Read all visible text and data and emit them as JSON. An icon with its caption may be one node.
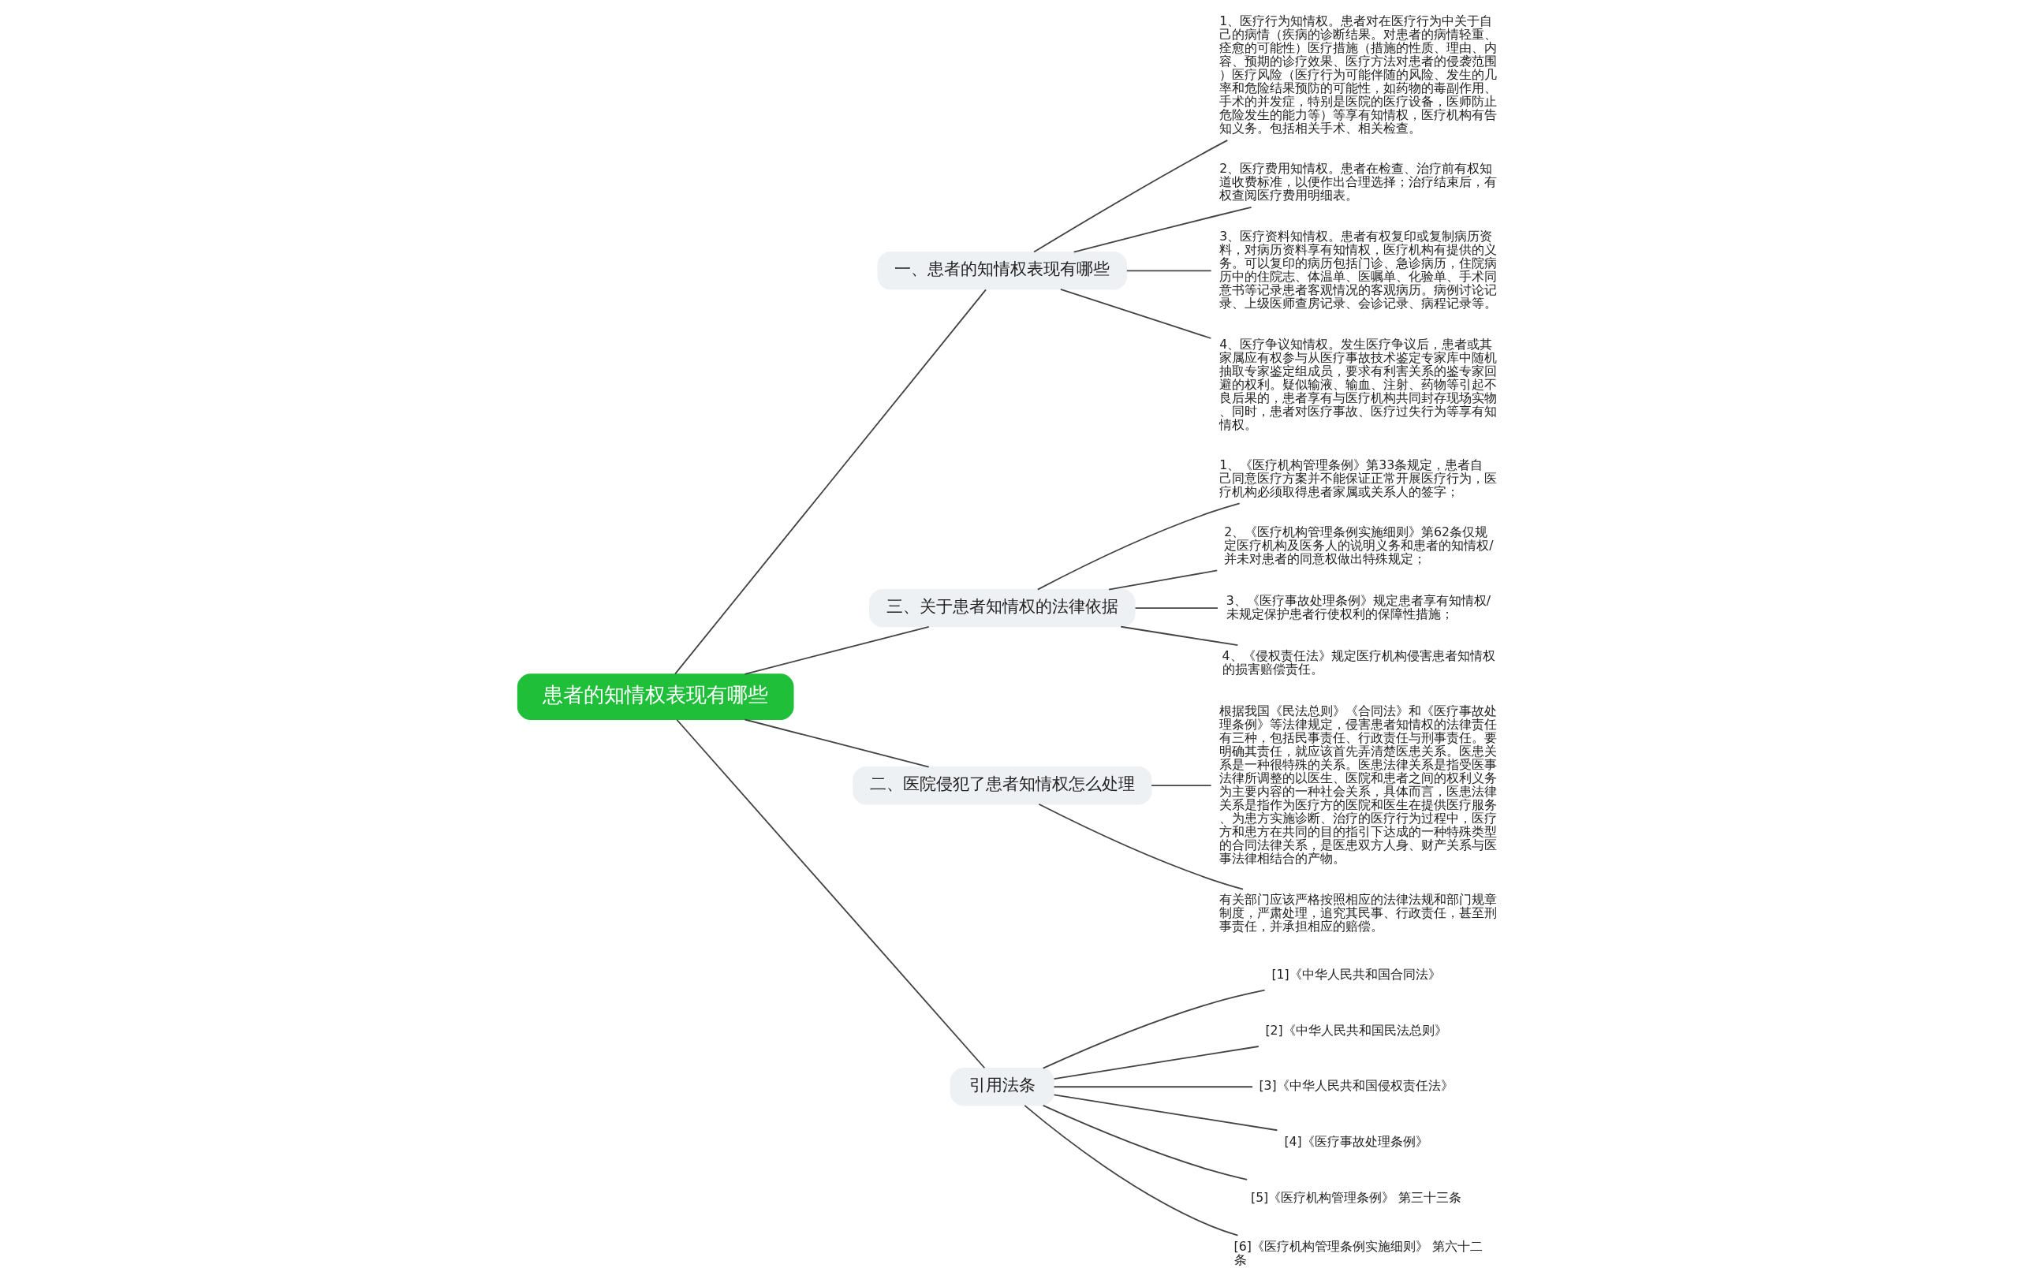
{
  "diagram": {
    "nodes": [
      {
        "text": [
          "患者的知情权表现有哪些"
        ]
      },
      {
        "text": [
          "一、患者的知情权表现有哪些"
        ]
      },
      {
        "text": [
          "1、医疗行为知情权。患者对在医疗行为中关于自己的病情（疾病的诊断结果。对患者的病情轻重、痊愈的可能性）医疗措施（措施的性质、理由、内容、预期的诊疗效果、医疗方法对患者的侵袭范围）医疗风险（医疗行为可能伴随的风险、发生的几率和危险结果预防的可能性，如药物的毒副作用、手术的并发症，特别是医院的医疗设备，医师防止危险发生的能力等）等享有知情权，医疗机构有告知义务。包括相关手术、相关检查。"
        ]
      },
      {
        "text": [
          "2、医疗费用知情权。患者在检查、治疗前有权知道收费标准，以便作出合理选择；治疗结束后，有权查阅医疗费用明细表。"
        ]
      },
      {
        "text": [
          "3、医疗资料知情权。患者有权复印或复制病历资料，对病历资料享有知情权，医疗机构有提供的义务。可以复印的病历包括门诊、急诊病历，住院病历中的住院志、体温单、医嘱单、化验单、手术同意书等记录患者客观情况的客观病历。病例讨论记录、上级医师查房记录、会诊记录、病程记录等。"
        ]
      },
      {
        "text": [
          "4、医疗争议知情权。发生医疗争议后，患者或其家属应有权参与从医疗事故技术鉴定专家库中随机抽取专家鉴定组成员，要求有利害关系的鉴专家回避的权利。疑似输液、输血、注射、药物等引起不良后果的，患者享有与医疗机构共同封存现场实物、同时，患者对医疗事故、医疗过失行为等享有知情权。"
        ]
      },
      {
        "text": [
          "三、关于患者知情权的法律依据"
        ]
      },
      {
        "text": [
          "1、《医疗机构管理条例》第33条规定，患者自己同意医疗方案并不能保证正常开展医疗行为，医疗机构必须取得患者家属或关系人的签字；"
        ]
      },
      {
        "text": [
          "2、《医疗机构管理条例实施细则》第62条仅规定医疗机构及医务人的说明义务和患者的知情权/并未对患者的同意权做出特殊规定；"
        ]
      },
      {
        "text": [
          "3、《医疗事故处理条例》规定患者享有知情权/未规定保护患者行使权利的保障性措施；"
        ]
      },
      {
        "text": [
          "4、《侵权责任法》规定医疗机构侵害患者知情权的损害赔偿责任。"
        ]
      },
      {
        "text": [
          "二、医院侵犯了患者知情权怎么处理"
        ]
      },
      {
        "text": [
          "根据我国《民法总则》《合同法》和《医疗事故处理条例》等法律规定，侵害患者知情权的法律责任有三种，包括民事责任、行政责任与刑事责任。要明确其责任，就应该首先弄清楚医患关系。医患关系是一种很特殊的关系。医患法律关系是指受医事法律所调整的以医生、医院和患者之间的权利义务为主要内容的一种社会关系，具体而言，医患法律关系是指作为医疗方的医院和医生在提供医疗服务、为患方实施诊断、治疗的医疗行为过程中，医疗方和患方在共同的目的指引下达成的一种特殊类型的合同法律关系，是医患双方人身、财产关系与医事法律相结合的产物。"
        ]
      },
      {
        "text": [
          "有关部门应该严格按照相应的法律法规和部门规章制度，严肃处理，追究其民事、行政责任，甚至刑事责任，并承担相应的赔偿。"
        ]
      },
      {
        "text": [
          "引用法条"
        ]
      },
      {
        "text": [
          "[1]《中华人民共和国合同法》"
        ]
      },
      {
        "text": [
          "[2]《中华人民共和国民法总则》"
        ]
      },
      {
        "text": [
          "[3]《中华人民共和国侵权责任法》"
        ]
      },
      {
        "text": [
          "[4]《医疗事故处理条例》"
        ]
      },
      {
        "text": [
          "[5]《医疗机构管理条例》 第三十三条"
        ]
      },
      {
        "text": [
          "[6]《医疗机构管理条例实施细则》 第六十二条"
        ]
      }
    ],
    "edges": [
      {
        "from": 0,
        "to": 1,
        "arrow": "none"
      },
      {
        "from": 1,
        "to": 2,
        "arrow": "none"
      },
      {
        "from": 1,
        "to": 3,
        "arrow": "none"
      },
      {
        "from": 1,
        "to": 4,
        "arrow": "none"
      },
      {
        "from": 1,
        "to": 5,
        "arrow": "none"
      },
      {
        "from": 0,
        "to": 6,
        "arrow": "none"
      },
      {
        "from": 6,
        "to": 7,
        "arrow": "none"
      },
      {
        "from": 6,
        "to": 8,
        "arrow": "none"
      },
      {
        "from": 6,
        "to": 9,
        "arrow": "none"
      },
      {
        "from": 6,
        "to": 10,
        "arrow": "none"
      },
      {
        "from": 0,
        "to": 11,
        "arrow": "none"
      },
      {
        "from": 11,
        "to": 12,
        "arrow": "none"
      },
      {
        "from": 11,
        "to": 13,
        "arrow": "none"
      },
      {
        "from": 0,
        "to": 14,
        "arrow": "none"
      },
      {
        "from": 14,
        "to": 15,
        "arrow": "none"
      },
      {
        "from": 14,
        "to": 16,
        "arrow": "none"
      },
      {
        "from": 14,
        "to": 17,
        "arrow": "none"
      },
      {
        "from": 14,
        "to": 18,
        "arrow": "none"
      },
      {
        "from": 14,
        "to": 19,
        "arrow": "none"
      },
      {
        "from": 14,
        "to": 20,
        "arrow": "none"
      }
    ]
  }
}
